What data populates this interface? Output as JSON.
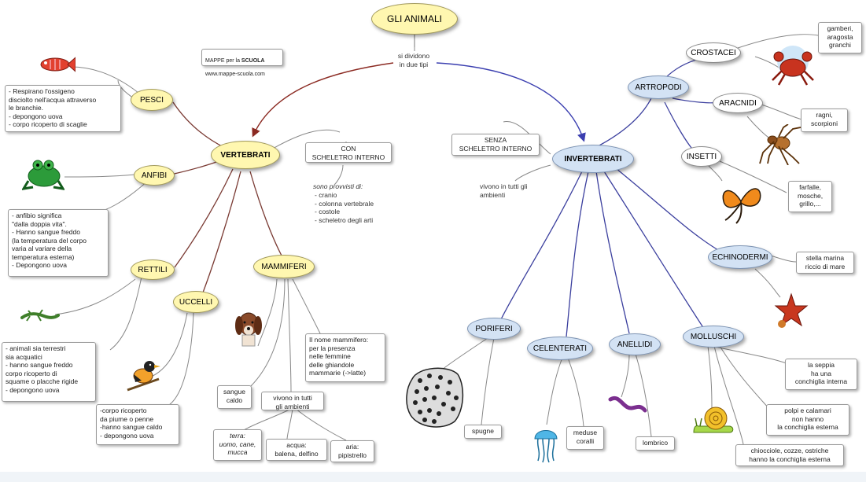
{
  "title": "GLI ANIMALI",
  "logo": {
    "line1_prefix": "MAPPE per la ",
    "line1_bold": "SCUOLA",
    "line2": "www.mappe-scuola.com"
  },
  "links": {
    "si_dividono": "si dividono\nin due tipi",
    "vivono_ambienti": "vivono in tutti gli\nambienti"
  },
  "vertebrati": {
    "label": "VERTEBRATI",
    "con_scheletro": "CON\nSCHELETRO INTERNO",
    "provvisti_title": "sono provvisti di:",
    "provvisti_list": "- cranio\n- colonna vertebrale\n- costole\n- scheletro degli arti",
    "pesci": {
      "label": "PESCI",
      "text": "- Respirano l'ossigeno\ndisciolto nell'acqua attraverso\nle branchie.\n- depongono uova\n- corpo ricoperto di scaglie"
    },
    "anfibi": {
      "label": "ANFIBI",
      "text": "- anfibio significa\n\"dalla doppia vita\".\n- Hanno sangue freddo\n(la temperatura del corpo\nvaria al variare della\ntemperatura esterna)\n- Depongono uova"
    },
    "rettili": {
      "label": "RETTILI",
      "text": "- animali sia terrestri\nsia acquatici\n- hanno sangue freddo\ncorpo ricoperto di\nsquame o placche rigide\n- depongono uova"
    },
    "uccelli": {
      "label": "UCCELLI",
      "text": "-corpo ricoperto\nda piume o penne\n-hanno sangue caldo\n- depongono uova"
    },
    "mammiferi": {
      "label": "MAMMIFERI",
      "text": "Il nome mammifero:\nper la presenza\nnelle femmine\ndelle ghiandole\nmammarie (->latte)",
      "sangue": "sangue\ncaldo",
      "vivono": "vivono in tutti\ngli ambienti",
      "terra": "terra:\nuomo, cane,\nmucca",
      "acqua": "acqua:\nbalena, delfino",
      "aria": "aria:\npipistrello"
    }
  },
  "invertebrati": {
    "label": "INVERTEBRATI",
    "senza_scheletro": "SENZA\nSCHELETRO INTERNO",
    "artropodi": {
      "label": "ARTROPODI",
      "crostacei": {
        "label": "CROSTACEI",
        "text": "gamberi,\naragosta\ngranchi"
      },
      "aracnidi": {
        "label": "ARACNIDI",
        "text": "ragni,\nscorpioni"
      },
      "insetti": {
        "label": "INSETTI",
        "text": "farfalle,\nmosche,\ngrillo,..."
      }
    },
    "echinodermi": {
      "label": "ECHINODERMI",
      "text": "stella marina\nriccio di mare"
    },
    "poriferi": {
      "label": "PORIFERI",
      "text": "spugne"
    },
    "celenterati": {
      "label": "CELENTERATI",
      "text": "meduse\ncoralli"
    },
    "anellidi": {
      "label": "ANELLIDI",
      "text": "lombrico"
    },
    "molluschi": {
      "label": "MOLLUSCHI",
      "seppia": "la seppia\nha una\nconchiglia interna",
      "polpi": "polpi e calamari\nnon  hanno\nla conchiglia esterna",
      "chiocciole": "chiocciole, cozze, ostriche\nhanno la conchiglia esterna"
    }
  },
  "colors": {
    "vert_line": "#7a3a33",
    "invert_line": "#3b3f9e",
    "yellow_node": "#fff7b0",
    "blue_node": "#d3e2f4"
  },
  "icons": [
    "fish-icon",
    "frog-icon",
    "lizard-icon",
    "bird-icon",
    "dog-icon",
    "crab-icon",
    "spider-icon",
    "butterfly-icon",
    "starfish-icon",
    "sponge-icon",
    "jellyfish-icon",
    "worm-icon",
    "snail-icon"
  ]
}
